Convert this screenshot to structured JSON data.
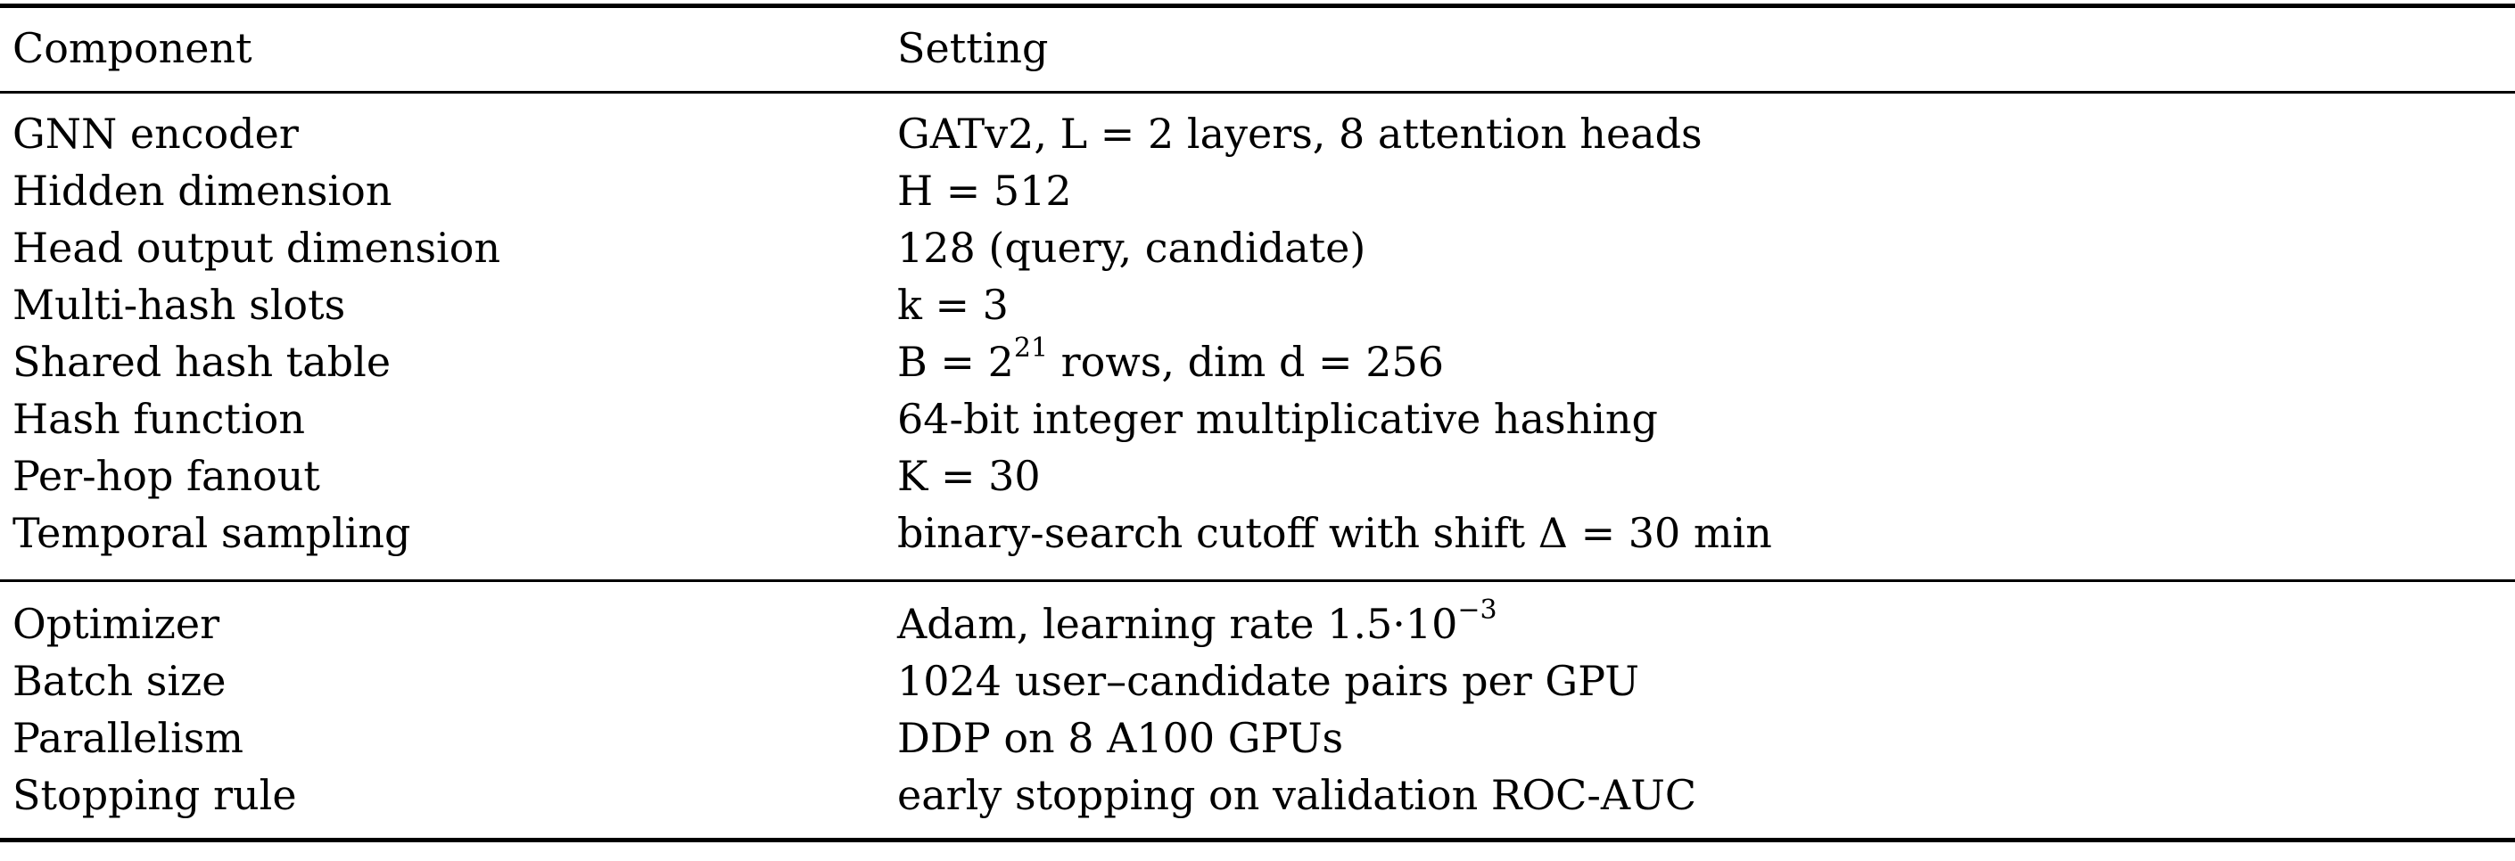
{
  "table": {
    "header": {
      "component": "Component",
      "setting": "Setting"
    },
    "rows": [
      {
        "component": "GNN encoder",
        "setting": "GATv2, L = 2 layers, 8 attention heads"
      },
      {
        "component": "Hidden dimension",
        "setting": "H = 512"
      },
      {
        "component": "Head output dimension",
        "setting": "128 (query, candidate)"
      },
      {
        "component": "Multi-hash slots",
        "setting": "k = 3"
      },
      {
        "component": "Shared hash table",
        "setting": "B = 2^21 rows, dim d = 256"
      },
      {
        "component": "Hash function",
        "setting": "64-bit integer multiplicative hashing"
      },
      {
        "component": "Per-hop fanout",
        "setting": "K = 30"
      },
      {
        "component": "Temporal sampling",
        "setting": "binary-search cutoff with shift Δ = 30 min"
      },
      {
        "component": "Optimizer",
        "setting": "Adam, learning rate 1.5·10^−3"
      },
      {
        "component": "Batch size",
        "setting": "1024 user–candidate pairs per GPU"
      },
      {
        "component": "Parallelism",
        "setting": "DDP on 8 A100 GPUs"
      },
      {
        "component": "Stopping rule",
        "setting": "early stopping on validation ROC-AUC"
      }
    ]
  }
}
